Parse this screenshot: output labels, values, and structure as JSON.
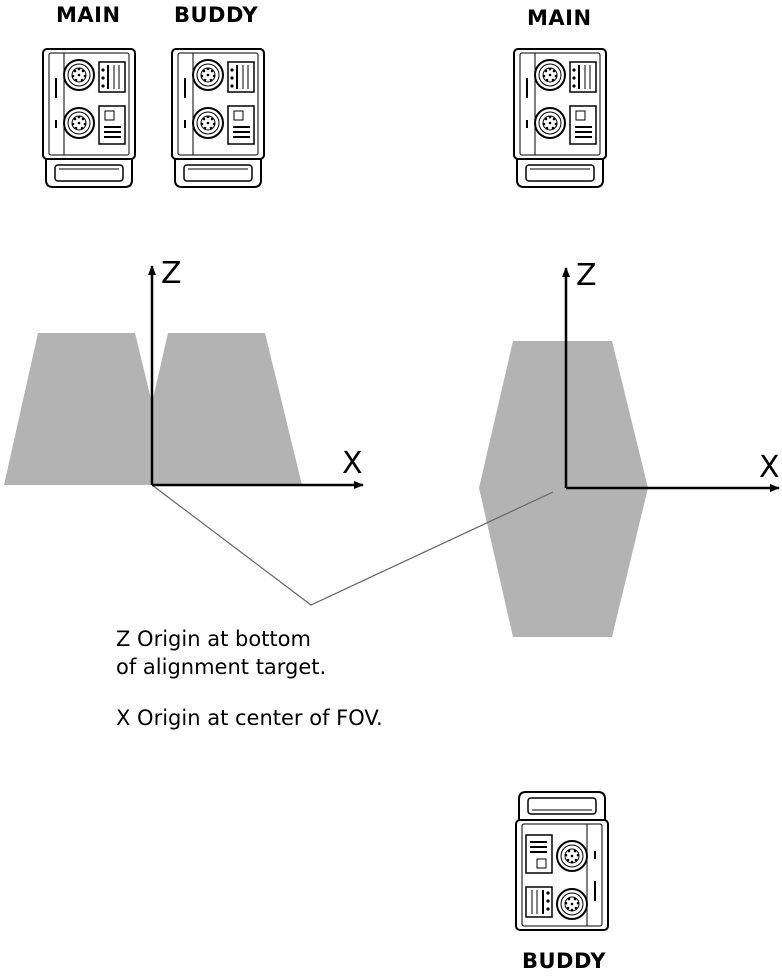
{
  "labels": {
    "main_left": "MAIN",
    "buddy_left": "BUDDY",
    "main_right": "MAIN",
    "buddy_bottom": "BUDDY",
    "z_left": "Z",
    "x_left": "X",
    "z_right": "Z",
    "x_right": "X"
  },
  "notes": {
    "z_line1": "Z Origin at bottom",
    "z_line2": "of alignment target.",
    "x_line": "X Origin at center of FOV."
  },
  "colors": {
    "fov_fill": "#b3b3b3",
    "line": "#000000",
    "leader": "#666666"
  },
  "icons": [
    "camera-icon"
  ]
}
